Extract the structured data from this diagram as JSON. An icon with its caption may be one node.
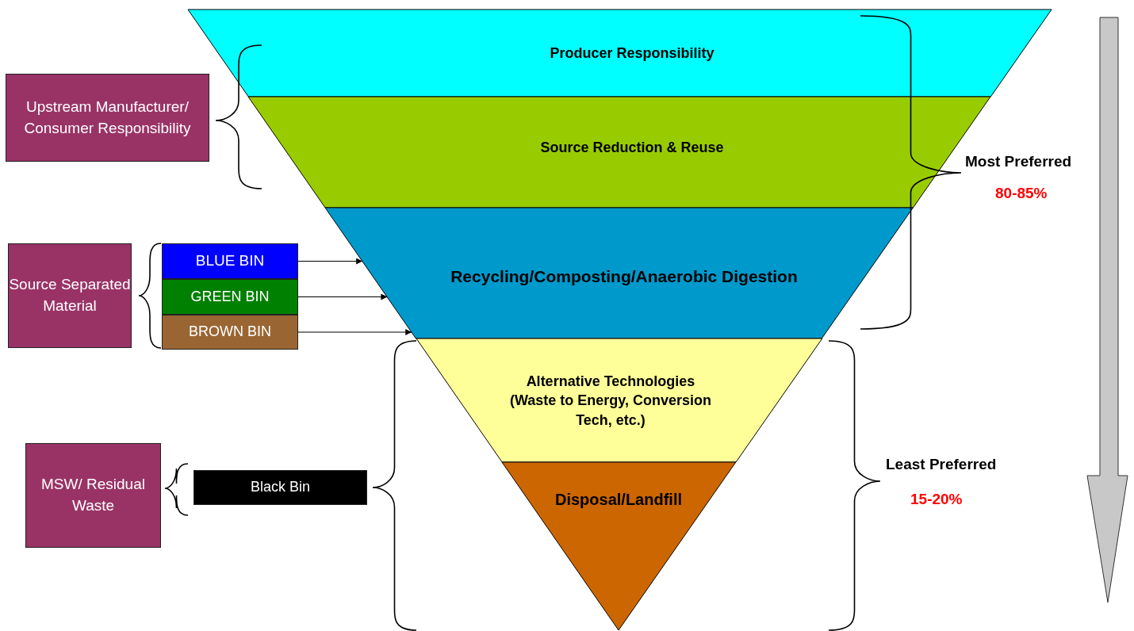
{
  "diagram": {
    "nodes": [
      {
        "text": [
          "Producer Responsibility"
        ]
      },
      {
        "text": [
          "Source Reduction & Reuse"
        ]
      },
      {
        "text": [
          "Recycling/Composting/Anaerobic Digestion"
        ]
      },
      {
        "text": [
          "Alternative Technologies (Waste to Energy, Conversion Tech, etc.)"
        ]
      },
      {
        "text": [
          "Disposal/Landfill"
        ]
      },
      {
        "text": [
          "Upstream Manufacturer/ Consumer Responsibility"
        ]
      },
      {
        "text": [
          "Source Separated Material"
        ]
      },
      {
        "text": [
          "BLUE BIN"
        ]
      },
      {
        "text": [
          "GREEN BIN"
        ]
      },
      {
        "text": [
          "BROWN BIN"
        ]
      },
      {
        "text": [
          "MSW/ Residual Waste"
        ]
      },
      {
        "text": [
          "Black Bin"
        ]
      }
    ],
    "edges": [
      {
        "from": 7,
        "to": 2,
        "arrow": "to"
      },
      {
        "from": 8,
        "to": 2,
        "arrow": "to"
      },
      {
        "from": 9,
        "to": 2,
        "arrow": "to"
      }
    ],
    "labels": [
      "Most Preferred",
      "80-85%",
      "Least Preferred",
      "15-20%"
    ]
  }
}
